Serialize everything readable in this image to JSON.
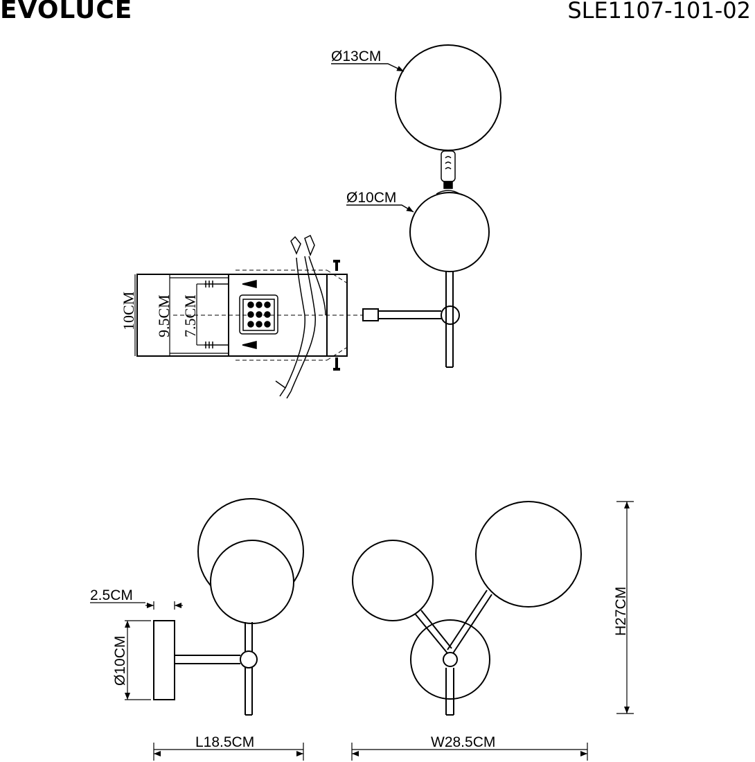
{
  "header": {
    "brand": "EVOLUCE",
    "model": "SLE1107-101-02"
  },
  "detail_view": {
    "large_globe_diameter": "Ø13CM",
    "small_globe_diameter": "Ø10CM"
  },
  "mount_view": {
    "base_height": "10CM",
    "screw_span": "9.5CM",
    "bracket_span": "7.5CM"
  },
  "side_view": {
    "base_depth": "2.5CM",
    "base_diameter": "Ø10CM",
    "length": "L18.5CM"
  },
  "front_view": {
    "width": "W28.5CM",
    "height": "H27CM"
  }
}
